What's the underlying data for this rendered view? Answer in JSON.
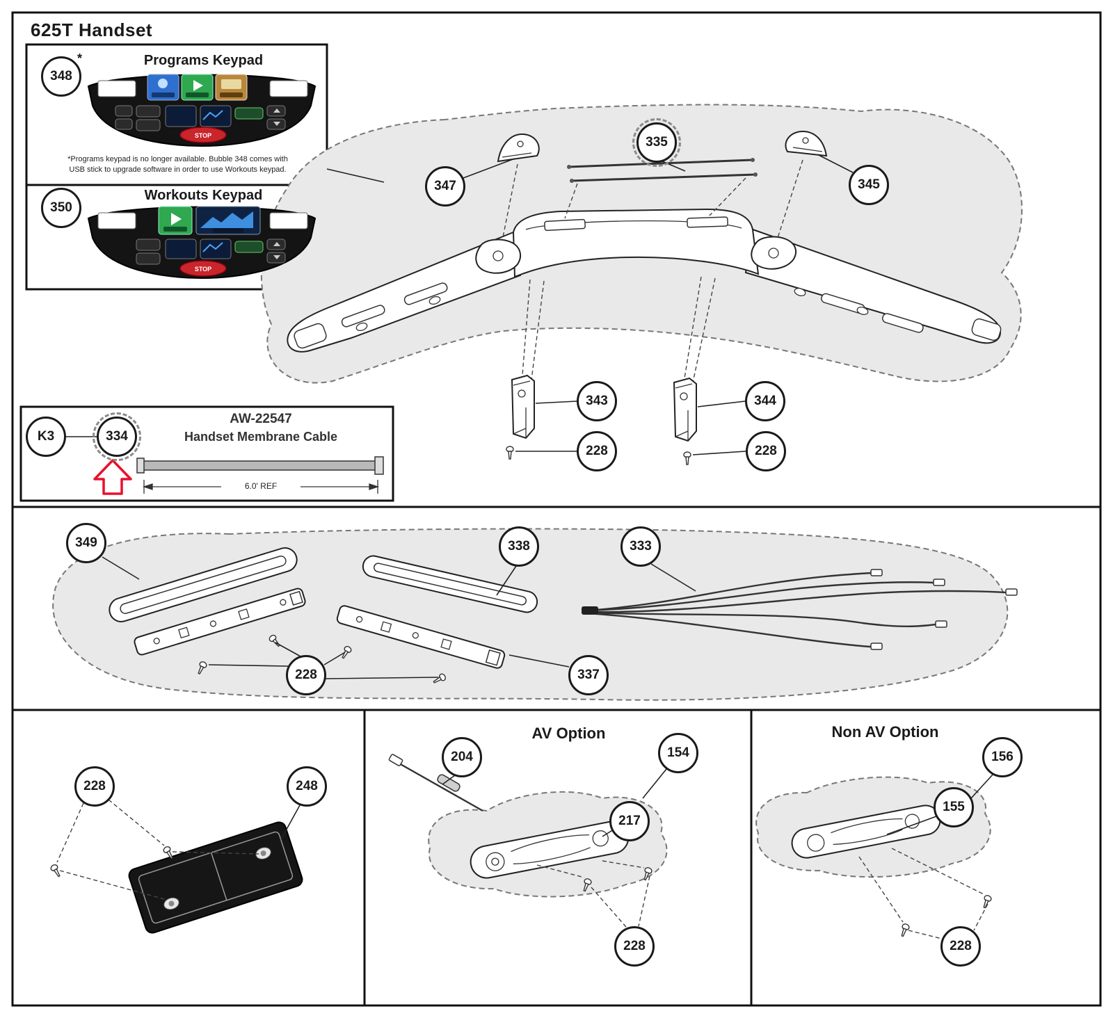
{
  "page": {
    "title": "625T Handset"
  },
  "keypads": {
    "programs": {
      "title": "Programs Keypad",
      "note_mark": "*",
      "note_line1": "*Programs keypad is no longer available.  Bubble 348 comes with",
      "note_line2": "USB stick to upgrade software in order to use Workouts keypad.",
      "stop_label": "STOP"
    },
    "workouts": {
      "title": "Workouts Keypad",
      "stop_label": "STOP"
    }
  },
  "cable_box": {
    "part_number": "AW-22547",
    "part_name": "Handset Membrane Cable",
    "dimension_label": "6.0' REF"
  },
  "bottom_sections": {
    "av_title": "AV Option",
    "non_av_title": "Non AV Option"
  },
  "callouts": {
    "c348": "348",
    "c350": "350",
    "cK3": "K3",
    "c334": "334",
    "c347": "347",
    "c335": "335",
    "c345": "345",
    "c343": "343",
    "c344": "344",
    "c228": "228",
    "c349": "349",
    "c338": "338",
    "c333": "333",
    "c337": "337",
    "c248": "248",
    "c204": "204",
    "c154": "154",
    "c217": "217",
    "c156": "156",
    "c155": "155"
  },
  "colors": {
    "highlight_arrow": "#e8112d",
    "stop_button": "#c9252b",
    "start_button": "#2fa84f",
    "blob_fill": "#e9e9e9"
  }
}
